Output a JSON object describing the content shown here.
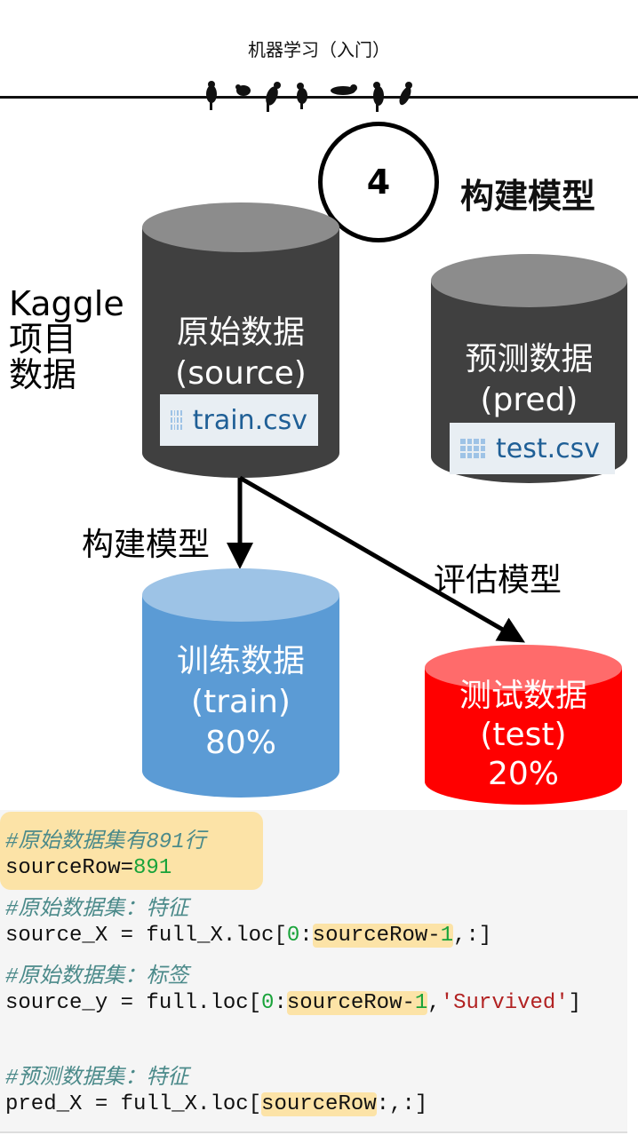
{
  "header": {
    "title": "机器学习（入门）"
  },
  "step": {
    "number": "4",
    "title": "构建模型"
  },
  "side_label": {
    "line1": "Kaggle",
    "line2": "项目",
    "line3": "数据"
  },
  "source_cylinder": {
    "title": "原始数据",
    "subtitle": "(source)",
    "file": "train.csv",
    "color": "#404040"
  },
  "pred_cylinder": {
    "title": "预测数据",
    "subtitle": "(pred)",
    "file": "test.csv",
    "color": "#404040"
  },
  "train_cylinder": {
    "title": "训练数据",
    "subtitle": "(train)",
    "percent": "80%",
    "color": "#5b9bd5"
  },
  "test_cylinder": {
    "title": "测试数据",
    "subtitle": "(test)",
    "percent": "20%",
    "color": "#ff0000"
  },
  "edges": {
    "build_label": "构建模型",
    "eval_label": "评估模型"
  },
  "code": {
    "c1": "#原始数据集有891行",
    "l1_var": "sourceRow=",
    "l1_num": "891",
    "c2": "#原始数据集：特征",
    "l2_a": "source_X = full_X.loc[",
    "l2_b": "0",
    "l2_c": ":",
    "l2_d": "sourceRow-",
    "l2_e": "1",
    "l2_f": ",:]",
    "c3": "#原始数据集：标签",
    "l3_a": "source_y = full.loc[",
    "l3_b": "0",
    "l3_c": ":",
    "l3_d": "sourceRow-",
    "l3_e": "1",
    "l3_f": ",",
    "l3_g": "'Survived'",
    "l3_h": "]",
    "c4": "#预测数据集：特征",
    "l4_a": "pred_X = full_X.loc[",
    "l4_b": "sourceRow",
    "l4_c": ":,:]"
  }
}
